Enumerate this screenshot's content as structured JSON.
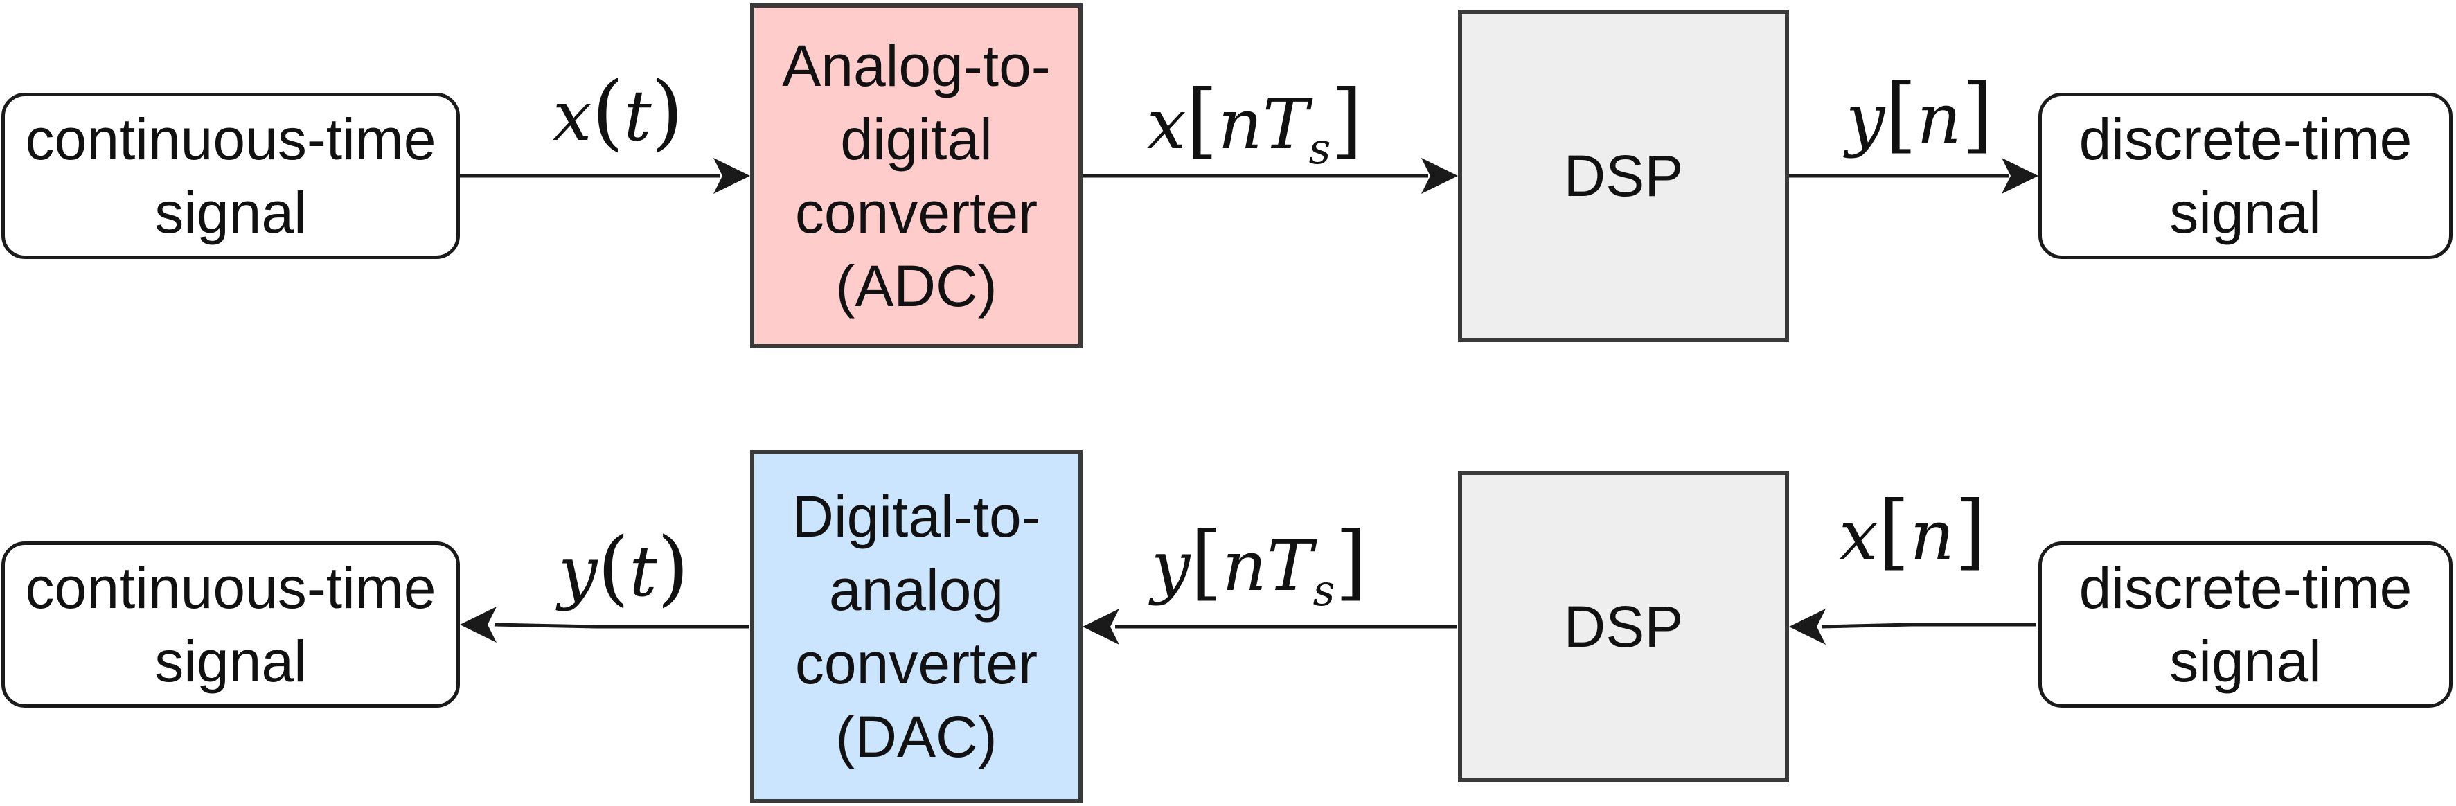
{
  "nodes": {
    "top_source": "continuous-time\nsignal",
    "adc": "Analog-to-\ndigital\nconverter\n(ADC)",
    "top_dsp": "DSP",
    "top_sink": "discrete-time\nsignal",
    "bottom_sink": "continuous-time\nsignal",
    "dac": "Digital-to-\nanalog\nconverter\n(DAC)",
    "bottom_dsp": "DSP",
    "bottom_source": "discrete-time\nsignal"
  },
  "edge_labels": {
    "xt": {
      "var": "x",
      "open": "(",
      "arg": "t",
      "close": ")"
    },
    "xnTs": {
      "var": "x",
      "open": "[",
      "arg": "nT",
      "sub": "s",
      "close": "]"
    },
    "yn": {
      "var": "y",
      "open": "[",
      "arg": "n",
      "close": "]"
    },
    "yt": {
      "var": "y",
      "open": "(",
      "arg": "t",
      "close": ")"
    },
    "ynTs": {
      "var": "y",
      "open": "[",
      "arg": "nT",
      "sub": "s",
      "close": "]"
    },
    "xn": {
      "var": "x",
      "open": "[",
      "arg": "n",
      "close": "]"
    }
  },
  "colors": {
    "adc_fill": "#ffcccc",
    "dac_fill": "#cce5ff",
    "dsp_fill": "#eeeeee",
    "stroke": "#1a1a1a"
  }
}
